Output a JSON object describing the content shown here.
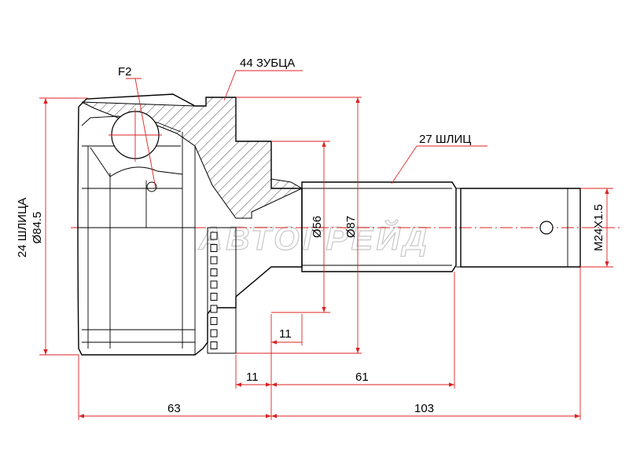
{
  "labels": {
    "f2": "F2",
    "teeth": "44 ЗУБЦА",
    "splines_27": "27 ШЛИЦ",
    "splines_24": "24 ШЛИЦА",
    "dia_outer": "Ø84.5",
    "dia_56": "Ø56",
    "dia_87": "Ø87",
    "thread": "M24X1.5",
    "dim_11_upper": "11",
    "dim_11_lower": "11",
    "dim_61": "61",
    "dim_63": "63",
    "dim_103": "103",
    "watermark": "АВТОГРЕЙД"
  },
  "colors": {
    "outline": "#000000",
    "dimension": "#dd2222",
    "watermark": "#cccccc"
  }
}
